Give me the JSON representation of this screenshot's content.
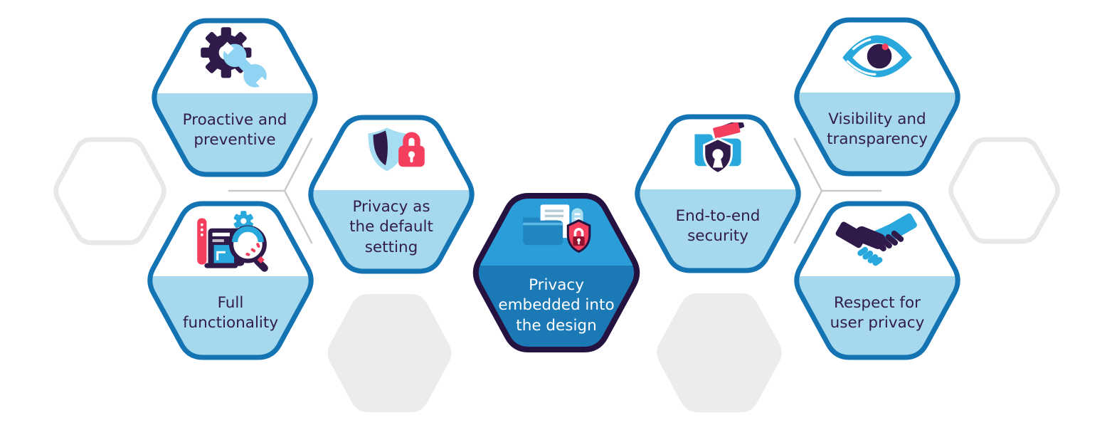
{
  "palette": {
    "hex_border_blue": "#1373b3",
    "hex_fill_light_blue": "#a6d8ee",
    "hex_fill_white": "#ffffff",
    "center_hex_border": "#251240",
    "center_hex_top_blue": "#2b9dd8",
    "center_hex_bottom_blue": "#1b79b6",
    "text_dark_purple": "#321b4d",
    "text_white": "#ffffff",
    "icon_dark_purple": "#2f1a4a",
    "icon_medium_blue": "#29a8dd",
    "icon_light_blue": "#8fd4f2",
    "icon_red": "#f43f5e",
    "ghost_hex_fill": "#ececec",
    "ghost_hex_outline": "#e8e8e8",
    "connector_gray": "#c9c9c9"
  },
  "hexagons": [
    {
      "id": "proactive-preventive",
      "label": "Proactive and preventive",
      "lines": [
        "Proactive and",
        "preventive"
      ],
      "icon": "gear-wrench-icon",
      "variant": "light"
    },
    {
      "id": "full-functionality",
      "label": "Full functionality",
      "lines": [
        "Full",
        "functionality"
      ],
      "icon": "analytics-magnifier-icon",
      "variant": "light"
    },
    {
      "id": "privacy-default-setting",
      "label": "Privacy as the default setting",
      "lines": [
        "Privacy as",
        "the default",
        "setting"
      ],
      "icon": "shield-lock-icon",
      "variant": "light"
    },
    {
      "id": "privacy-embedded-design",
      "label": "Privacy embedded into the design",
      "lines": [
        "Privacy",
        "embedded into",
        "the design"
      ],
      "icon": "folder-documents-shield-icon",
      "variant": "center-dark"
    },
    {
      "id": "end-to-end-security",
      "label": "End-to-end security",
      "lines": [
        "End-to-end",
        "security"
      ],
      "icon": "folder-shield-keyhole-icon",
      "variant": "light"
    },
    {
      "id": "visibility-transparency",
      "label": "Visibility and transparency",
      "lines": [
        "Visibility and",
        "transparency"
      ],
      "icon": "eye-icon",
      "variant": "light"
    },
    {
      "id": "respect-user-privacy",
      "label": "Respect for user privacy",
      "lines": [
        "Respect for",
        "user privacy"
      ],
      "icon": "handshake-icon",
      "variant": "light"
    }
  ],
  "decorative": {
    "ghost_hexagons": [
      "outline-left",
      "filled-bottom-left",
      "filled-bottom-right",
      "outline-right"
    ],
    "connector_junctions": 2
  }
}
